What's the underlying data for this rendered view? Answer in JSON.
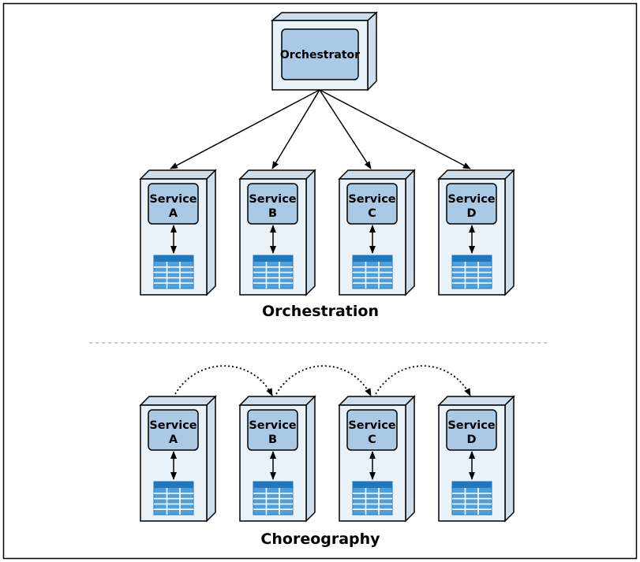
{
  "orchestrator": {
    "label": "Orchestrator"
  },
  "orchestration": {
    "caption": "Orchestration",
    "services": [
      {
        "line1": "Service",
        "line2": "A"
      },
      {
        "line1": "Service",
        "line2": "B"
      },
      {
        "line1": "Service",
        "line2": "C"
      },
      {
        "line1": "Service",
        "line2": "D"
      }
    ]
  },
  "choreography": {
    "caption": "Choreography",
    "services": [
      {
        "line1": "Service",
        "line2": "A"
      },
      {
        "line1": "Service",
        "line2": "B"
      },
      {
        "line1": "Service",
        "line2": "C"
      },
      {
        "line1": "Service",
        "line2": "D"
      }
    ]
  },
  "colors": {
    "server_fill": "#eaf2f9",
    "server_side": "#cfdeec",
    "inner_box": "#a9c9e4",
    "db_header": "#1f77bd",
    "db_cell": "#4f9fdc",
    "line": "#000000"
  }
}
